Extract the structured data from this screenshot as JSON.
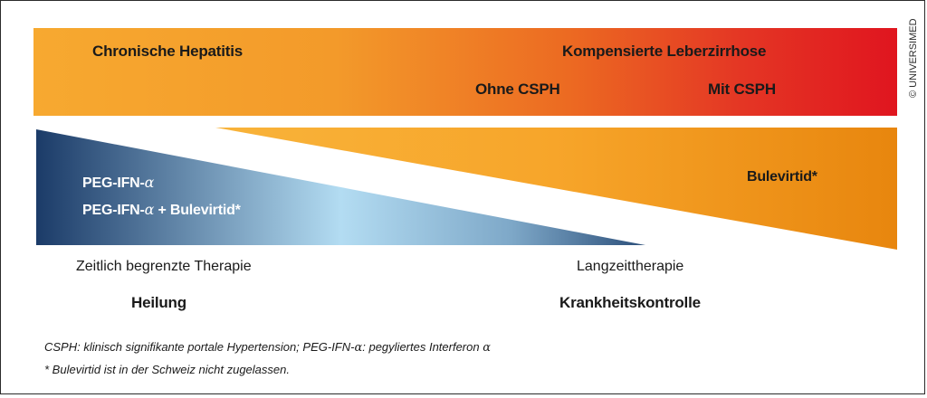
{
  "banner": {
    "left_label": "Chronische Hepatitis",
    "right_label": "Kompensierte Leberzirrhose",
    "sub_left": "Ohne CSPH",
    "sub_right": "Mit CSPH"
  },
  "left_wedge": {
    "line1_text": "PEG-IFN-",
    "line1_symbol": "α",
    "line2_text": "PEG-IFN-",
    "line2_symbol": "α",
    "line2_suffix": " + Bulevirtid*"
  },
  "right_wedge": {
    "label": "Bulevirtid*"
  },
  "bottom": {
    "left_therapy": "Zeitlich begrenzte Therapie",
    "right_therapy": "Langzeittherapie",
    "left_outcome": "Heilung",
    "right_outcome": "Krankheitskontrolle"
  },
  "footnotes": {
    "line1_text": "CSPH: klinisch signifikante portale Hypertension; PEG-IFN-",
    "line1_symbol": "α",
    "line1_mid": ": pegyliertes Interferon ",
    "line1_symbol2": "α",
    "line2": "* Bulevirtid ist in der Schweiz nicht zugelassen."
  },
  "copyright": "© UNIVERSIMED",
  "colors": {
    "banner_start": "#f7a930",
    "banner_end": "#e0151f",
    "blue_dark": "#1d3e6b",
    "blue_light": "#b3dcf2",
    "orange_light": "#f7a930",
    "orange_dark": "#e8880f"
  }
}
